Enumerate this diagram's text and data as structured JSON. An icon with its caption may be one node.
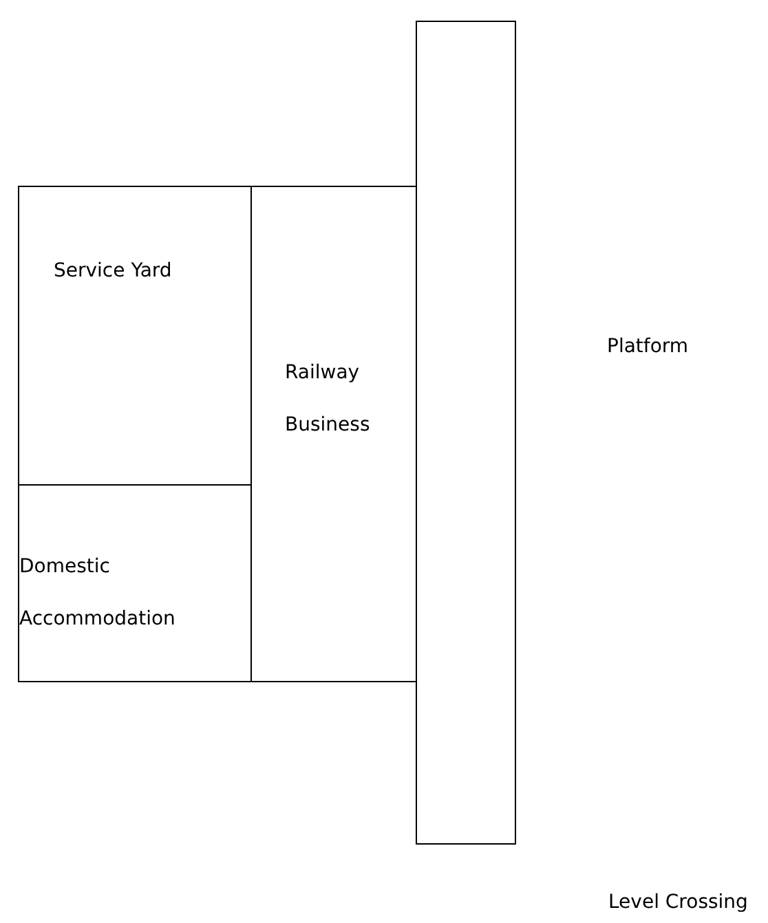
{
  "diagram": {
    "nodes": [
      {
        "text": [
          "Service Yard"
        ]
      },
      {
        "text": [
          "Domestic Accommodation"
        ]
      },
      {
        "text": [
          "Railway Business"
        ]
      },
      {
        "text": [],
        "shape": "box"
      }
    ],
    "labels": [
      "Platform",
      "Level Crossing"
    ]
  }
}
